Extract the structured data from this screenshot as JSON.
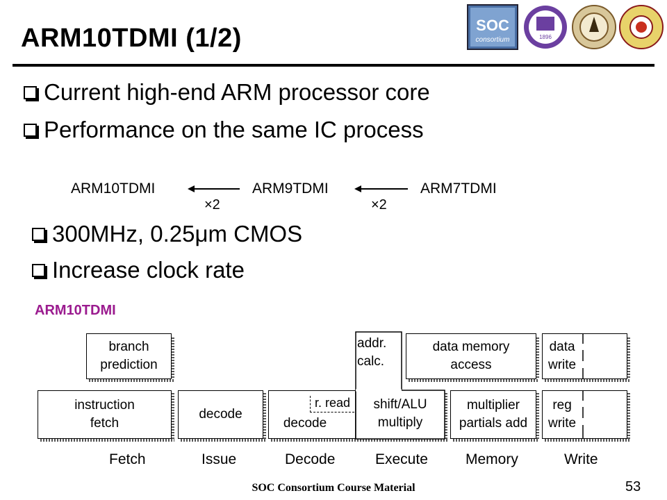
{
  "slide": {
    "title": "ARM10TDMI (1/2)",
    "bullets": [
      "Current high-end ARM processor core",
      "Performance on the same IC process"
    ],
    "sub_bullets": [
      "300MHz, 0.25μm CMOS",
      "Increase clock rate"
    ],
    "footer": "SOC Consortium Course Material",
    "page_number": "53"
  },
  "logos": [
    "soc-consortium-logo",
    "university-seal-1-icon",
    "university-seal-2-icon",
    "university-seal-3-icon"
  ],
  "logo_text": {
    "soc": "SOC",
    "soc_sub": "consortium",
    "seal1_year": "1896"
  },
  "performance": {
    "cores": [
      "ARM10TDMI",
      "ARM9TDMI",
      "ARM7TDMI"
    ],
    "factors": [
      "×2",
      "×2"
    ]
  },
  "pipeline": {
    "label": "ARM10TDMI",
    "label_color": "#9b1b8f",
    "blocks": {
      "branch": "branch\nprediction",
      "fetch": "instruction\nfetch",
      "issue": "decode",
      "rread": "r. read",
      "decode": "decode",
      "addr": "addr.\ncalc.",
      "shift": "shift/ALU\nmultiply",
      "dmem": "data memory\naccess",
      "mult": "multiplier\npartials add",
      "dwrite": "data\nwrite",
      "rwrite": "reg\nwrite"
    },
    "stages": [
      "Fetch",
      "Issue",
      "Decode",
      "Execute",
      "Memory",
      "Write"
    ]
  }
}
